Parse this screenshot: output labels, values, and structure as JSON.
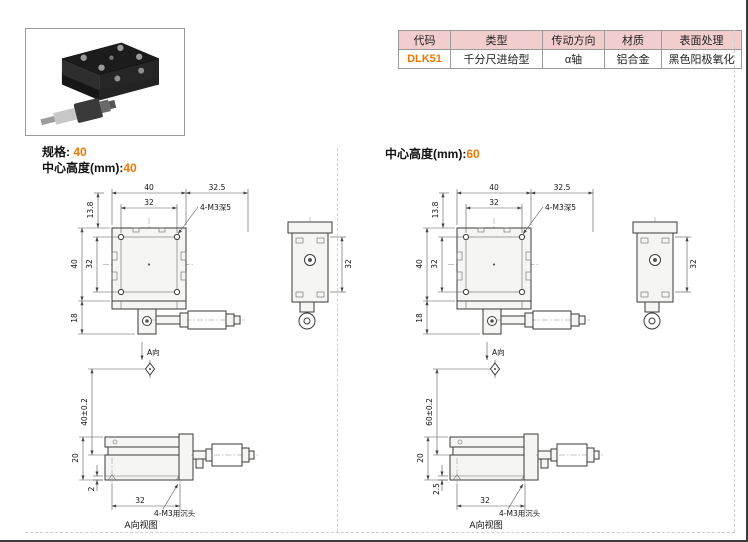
{
  "colors": {
    "accent_orange": "#ee7800",
    "table_header_bg": "#f2cdcd",
    "table_border": "#9a9a9a",
    "drawing_line": "#3a3a3a"
  },
  "spec_table": {
    "headers": [
      "代码",
      "类型",
      "传动方向",
      "材质",
      "表面处理"
    ],
    "values": {
      "code": "DLK51",
      "type": "千分尺进给型",
      "direction": "α轴",
      "material": "铝合金",
      "surface": "黑色阳极氧化"
    }
  },
  "sections": {
    "left": {
      "spec_label": "规格:",
      "spec_value": "40",
      "center_height_label": "中心高度(mm):",
      "center_height_value": "40"
    },
    "right": {
      "center_height_label": "中心高度(mm):",
      "center_height_value": "60"
    }
  },
  "dims": {
    "top_width": "40",
    "top_inner_width": "32",
    "side_offset": "32.5",
    "plate_edge_height": "13.8",
    "plate_height": "40",
    "inner_height": "32",
    "base_depth": "18",
    "side_view_height": "32",
    "hole_note": "4-M3深5",
    "a_arrow_label": "A向",
    "a_view_caption": "A向视图",
    "countersink_note": "4-M3用沉头",
    "front_width": "32",
    "front_height": "20"
  },
  "left_drawing": {
    "center_height_dim": "40±0.2",
    "bottom_step": "2"
  },
  "right_drawing": {
    "center_height_dim": "60±0.2",
    "bottom_step": "2.5"
  }
}
